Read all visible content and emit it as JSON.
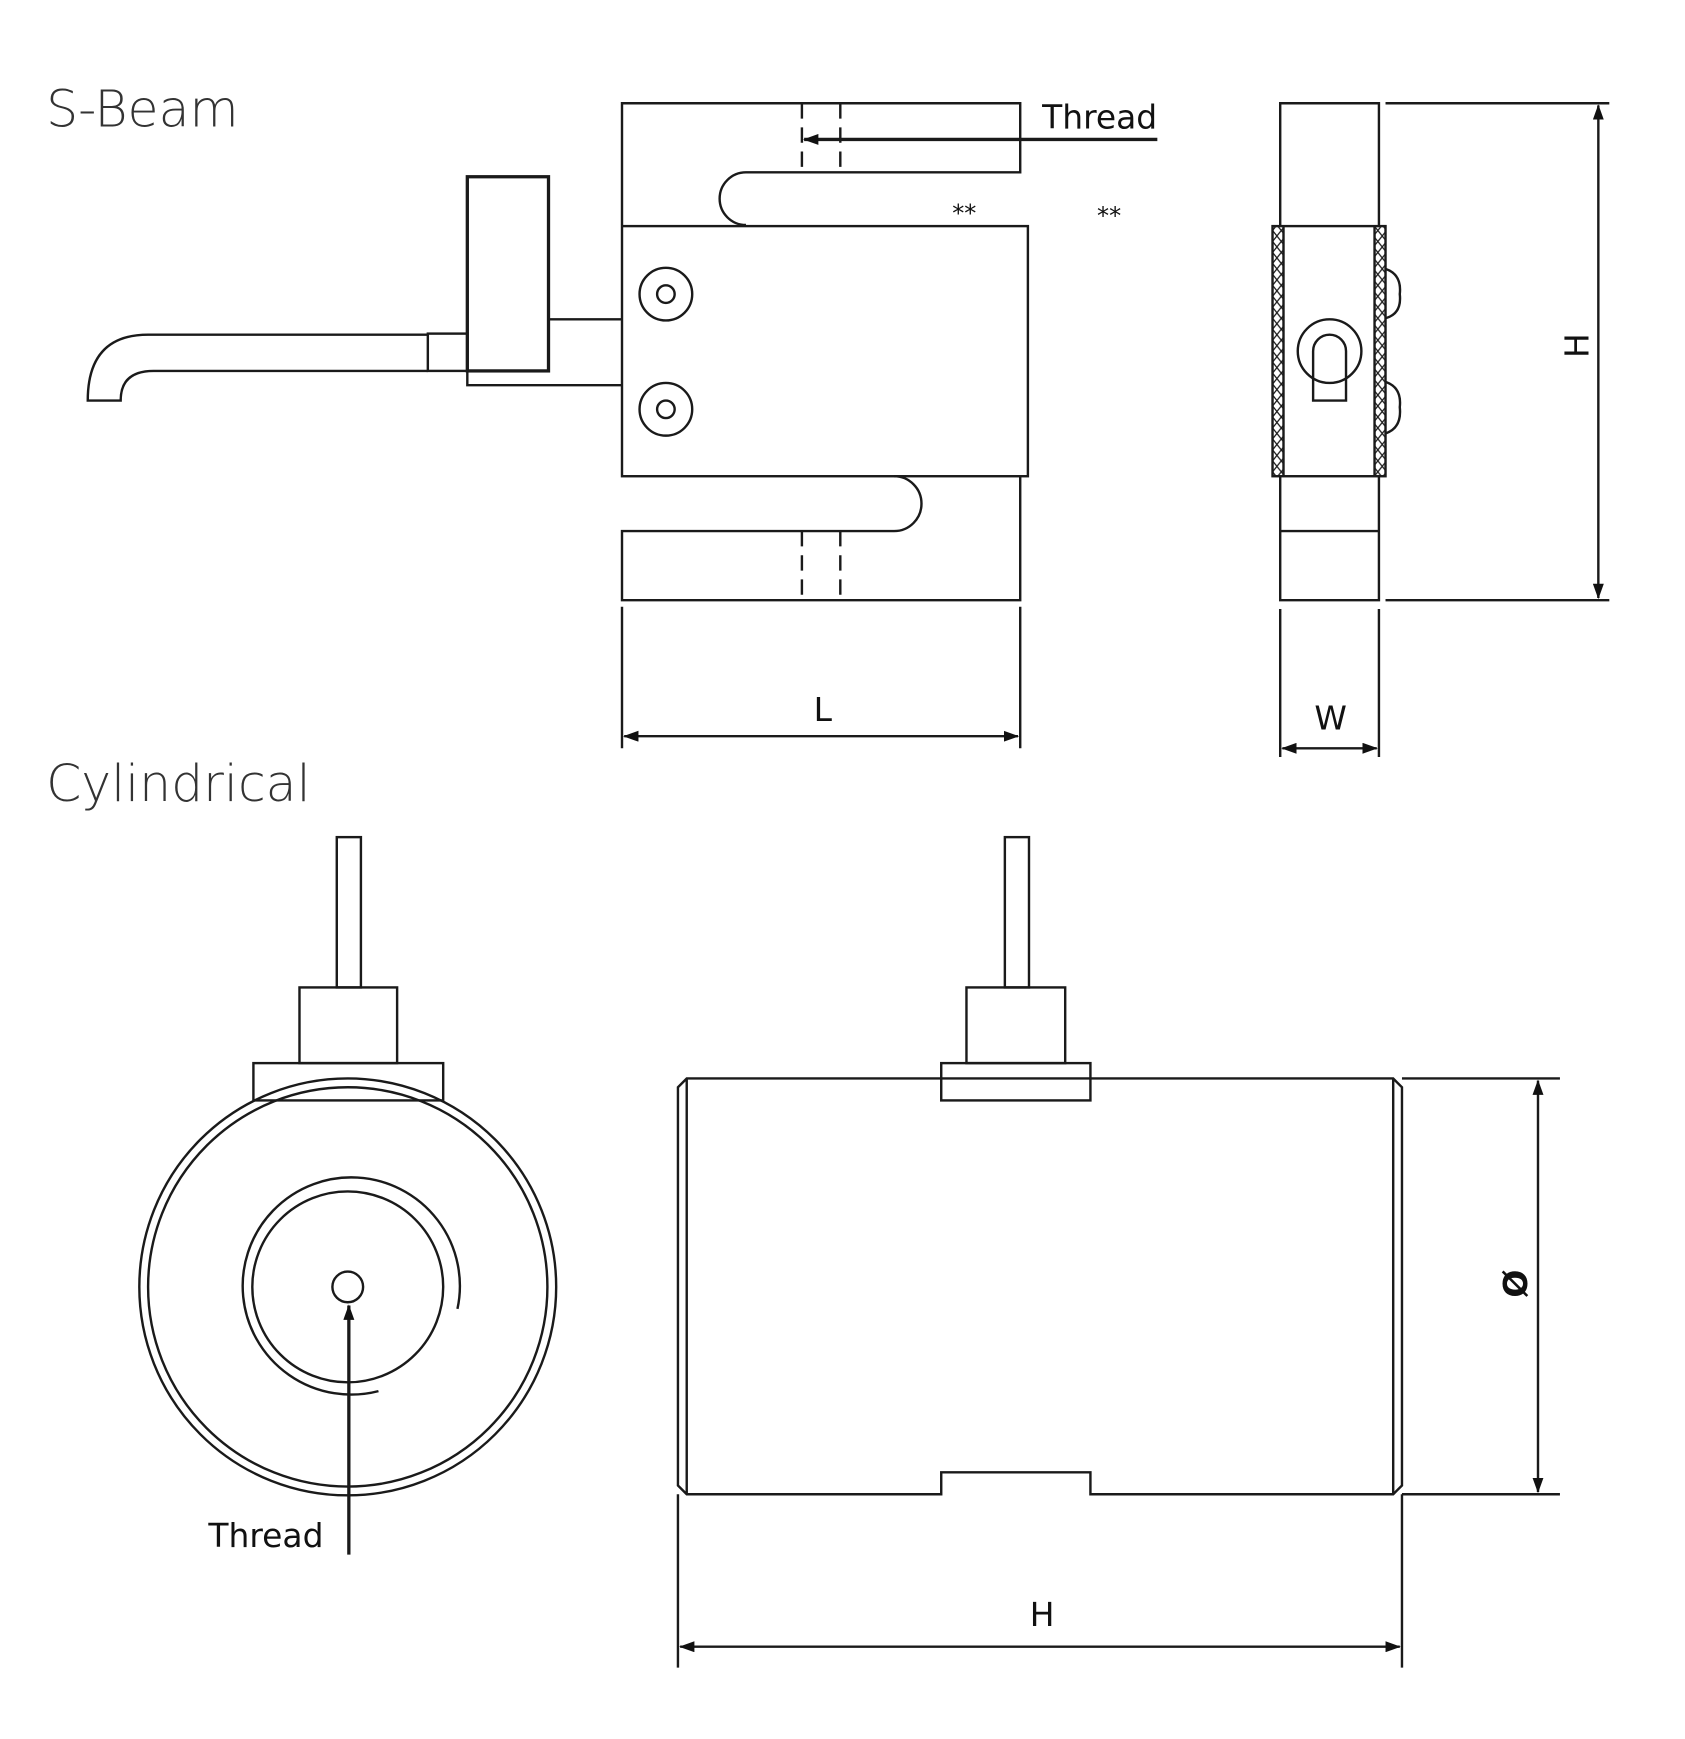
{
  "sections": {
    "s_beam": {
      "title": "S-Beam",
      "thread_label": "Thread",
      "marks": [
        "**",
        "**"
      ],
      "dim_length": "L",
      "dim_width": "W",
      "dim_height": "H"
    },
    "cylindrical": {
      "title": "Cylindrical",
      "thread_label": "Thread",
      "dim_diameter": "Ø",
      "dim_height": "H"
    }
  }
}
